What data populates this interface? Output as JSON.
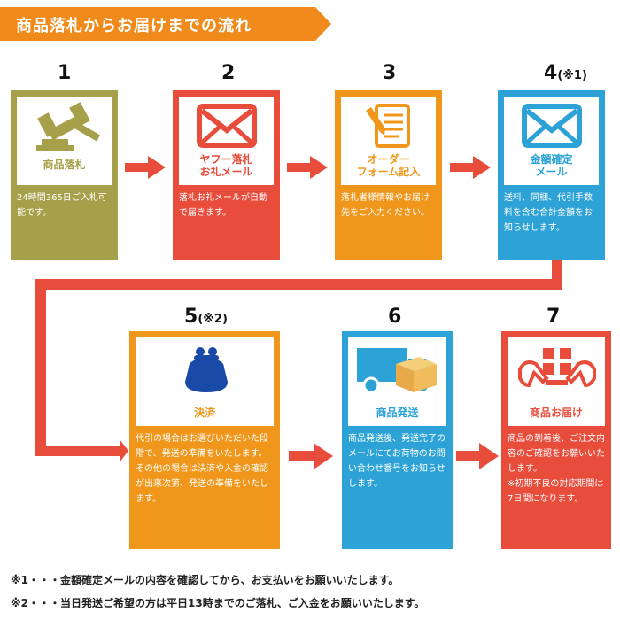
{
  "colors": {
    "header": "#ef8a1b",
    "olive": "#a6a04a",
    "red": "#e84d3c",
    "orange": "#f0961a",
    "blue": "#2da2d6",
    "arrow": "#e84d3c"
  },
  "header": {
    "title": "商品落札からお届けまでの流れ"
  },
  "steps": [
    {
      "num": "1",
      "note": "",
      "icon": "auction-gavel-icon",
      "label_lines": [
        "商品落札"
      ],
      "body": "24時間365日ご入札可能です。"
    },
    {
      "num": "2",
      "note": "",
      "icon": "mail-envelope-icon",
      "label_lines": [
        "ヤフー落札",
        "お礼メール"
      ],
      "body": "落札お礼メールが自動で届きます。"
    },
    {
      "num": "3",
      "note": "",
      "icon": "order-form-pencil-icon",
      "label_lines": [
        "オーダー",
        "フォーム記入"
      ],
      "body": "落札者様情報やお届け先をご入力ください。"
    },
    {
      "num": "4",
      "note": "(※1)",
      "icon": "mail-envelope-icon",
      "label_lines": [
        "金額確定",
        "メール"
      ],
      "body": "送料、同梱、代引手数料を含む合計金額をお知らせします。"
    },
    {
      "num": "5",
      "note": "(※2)",
      "icon": "coin-purse-icon",
      "label_lines": [
        "決済"
      ],
      "body": "代引の場合はお選びいただいた段階で、発送の準備をいたします。\nその他の場合は決済や入金の確認が出来次第、発送の準備をいたします。"
    },
    {
      "num": "6",
      "note": "",
      "icon": "delivery-truck-icon",
      "label_lines": [
        "商品発送"
      ],
      "body": "商品発送後、発送完了のメールにてお荷物のお問い合わせ番号をお知らせします。"
    },
    {
      "num": "7",
      "note": "",
      "icon": "hands-gift-icon",
      "label_lines": [
        "商品お届け"
      ],
      "body": "商品の到着後、ご注文内容のご確認をお願いいたします。\n※初期不良の対応期間は7日間になります。"
    }
  ],
  "footnotes": [
    "※1・・・金額確定メールの内容を確認してから、お支払いをお願いいたします。",
    "※2・・・当日発送ご希望の方は平日13時までのご落札、ご入金をお願いいたします。"
  ]
}
